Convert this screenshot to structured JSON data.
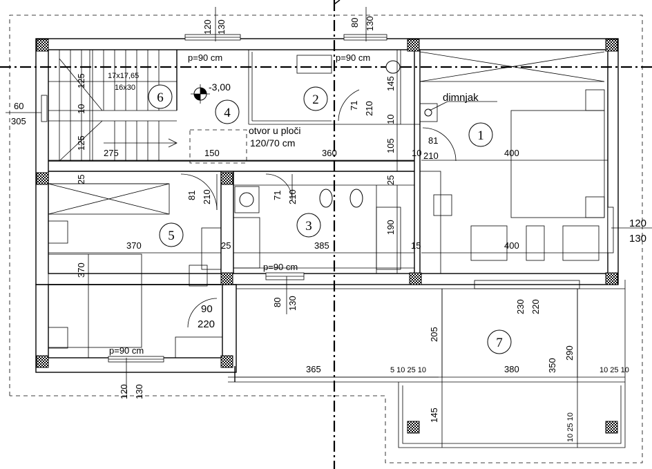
{
  "rooms": {
    "r1": "1",
    "r2": "2",
    "r3": "3",
    "r4": "4",
    "r5": "5",
    "r6": "6",
    "r7": "7"
  },
  "labels": {
    "chimney": "dimnjak",
    "level": "-3,00",
    "opening_title": "otvor u ploči",
    "opening_size": "120/70 cm",
    "stair_steps": "17x17,65",
    "stair_size": "16x30"
  },
  "windows": {
    "top_left": "p=90 cm",
    "top_mid": "p=90 cm",
    "center": "p=90 cm",
    "bottom": "p=90 cm"
  },
  "dimensions": {
    "d_120_top": "120",
    "d_130_top": "130",
    "d_80_top": "80",
    "d_130_top2": "130",
    "d_60": "60",
    "d_305": "305",
    "d_125a": "125",
    "d_10a": "10",
    "d_125b": "125",
    "d_275": "275",
    "d_150": "150",
    "d_360": "360",
    "d_71a": "71",
    "d_210a": "210",
    "d_145a": "145",
    "d_10b": "10",
    "d_105": "105",
    "d_81a": "81",
    "d_10c": "10",
    "d_210b": "210",
    "d_400a": "400",
    "d_25a": "25",
    "d_81b": "81",
    "d_210c": "210",
    "d_71b": "71",
    "d_210d": "210",
    "d_25b": "25",
    "d_370a": "370",
    "d_25c": "25",
    "d_385": "385",
    "d_190": "190",
    "d_15": "15",
    "d_400b": "400",
    "d_120_r": "120",
    "d_130_r": "130",
    "d_370b": "370",
    "d_80_c": "80",
    "d_130_c": "130",
    "d_90": "90",
    "d_220": "220",
    "d_230": "230",
    "d_220b": "220",
    "d_205": "205",
    "d_290": "290",
    "d_350": "350",
    "d_365": "365",
    "d_5_10_25_10": "5 10 25 10",
    "d_380": "380",
    "d_10_25_10": "10 25 10",
    "d_145b": "145",
    "d_10_25_10b": "10 25 10",
    "d_120_bot": "120",
    "d_130_bot": "130"
  }
}
